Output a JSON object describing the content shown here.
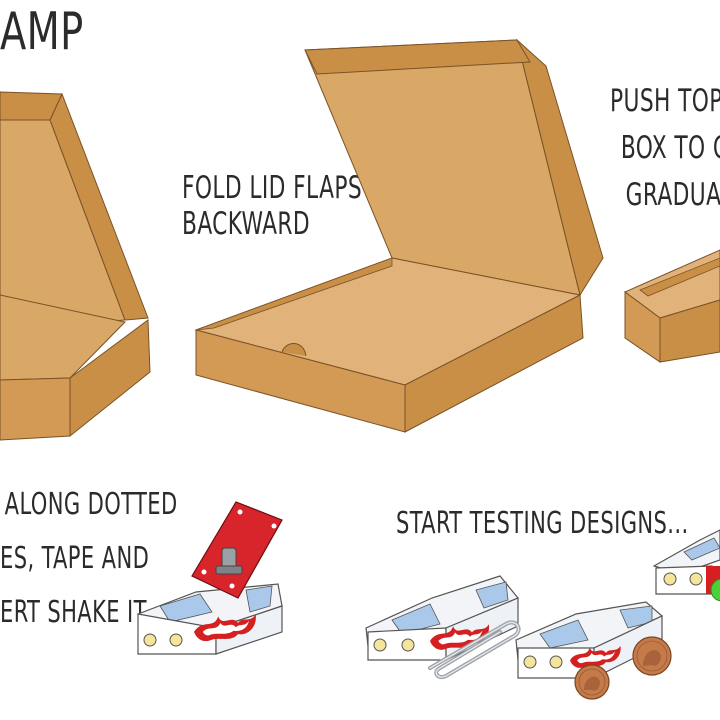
{
  "title": "AMP",
  "steps": {
    "fold": [
      "FOLD LID FLAPS",
      "BACKWARD"
    ],
    "push": [
      "PUSH TOP IN",
      "BOX TO CR",
      "GRADUAL"
    ],
    "cut": [
      "ALONG DOTTED",
      "ES, TAPE AND",
      "ERT SHAKE IT."
    ],
    "test": "START TESTING DESIGNS..."
  },
  "colors": {
    "cardboard_top": "#d9a766",
    "cardboard_side": "#c98f47",
    "cardboard_edge": "#b97d39",
    "flame_red": "#d42020",
    "launcher_red": "#d8242b",
    "penny": "#c57a4a",
    "ball_green": "#4ad13a"
  },
  "icons": [
    "pizza-box-open",
    "pizza-box-flaps",
    "pizza-box-ramp",
    "ramp-car",
    "launcher-plate",
    "paper-clip",
    "penny",
    "green-ball"
  ]
}
